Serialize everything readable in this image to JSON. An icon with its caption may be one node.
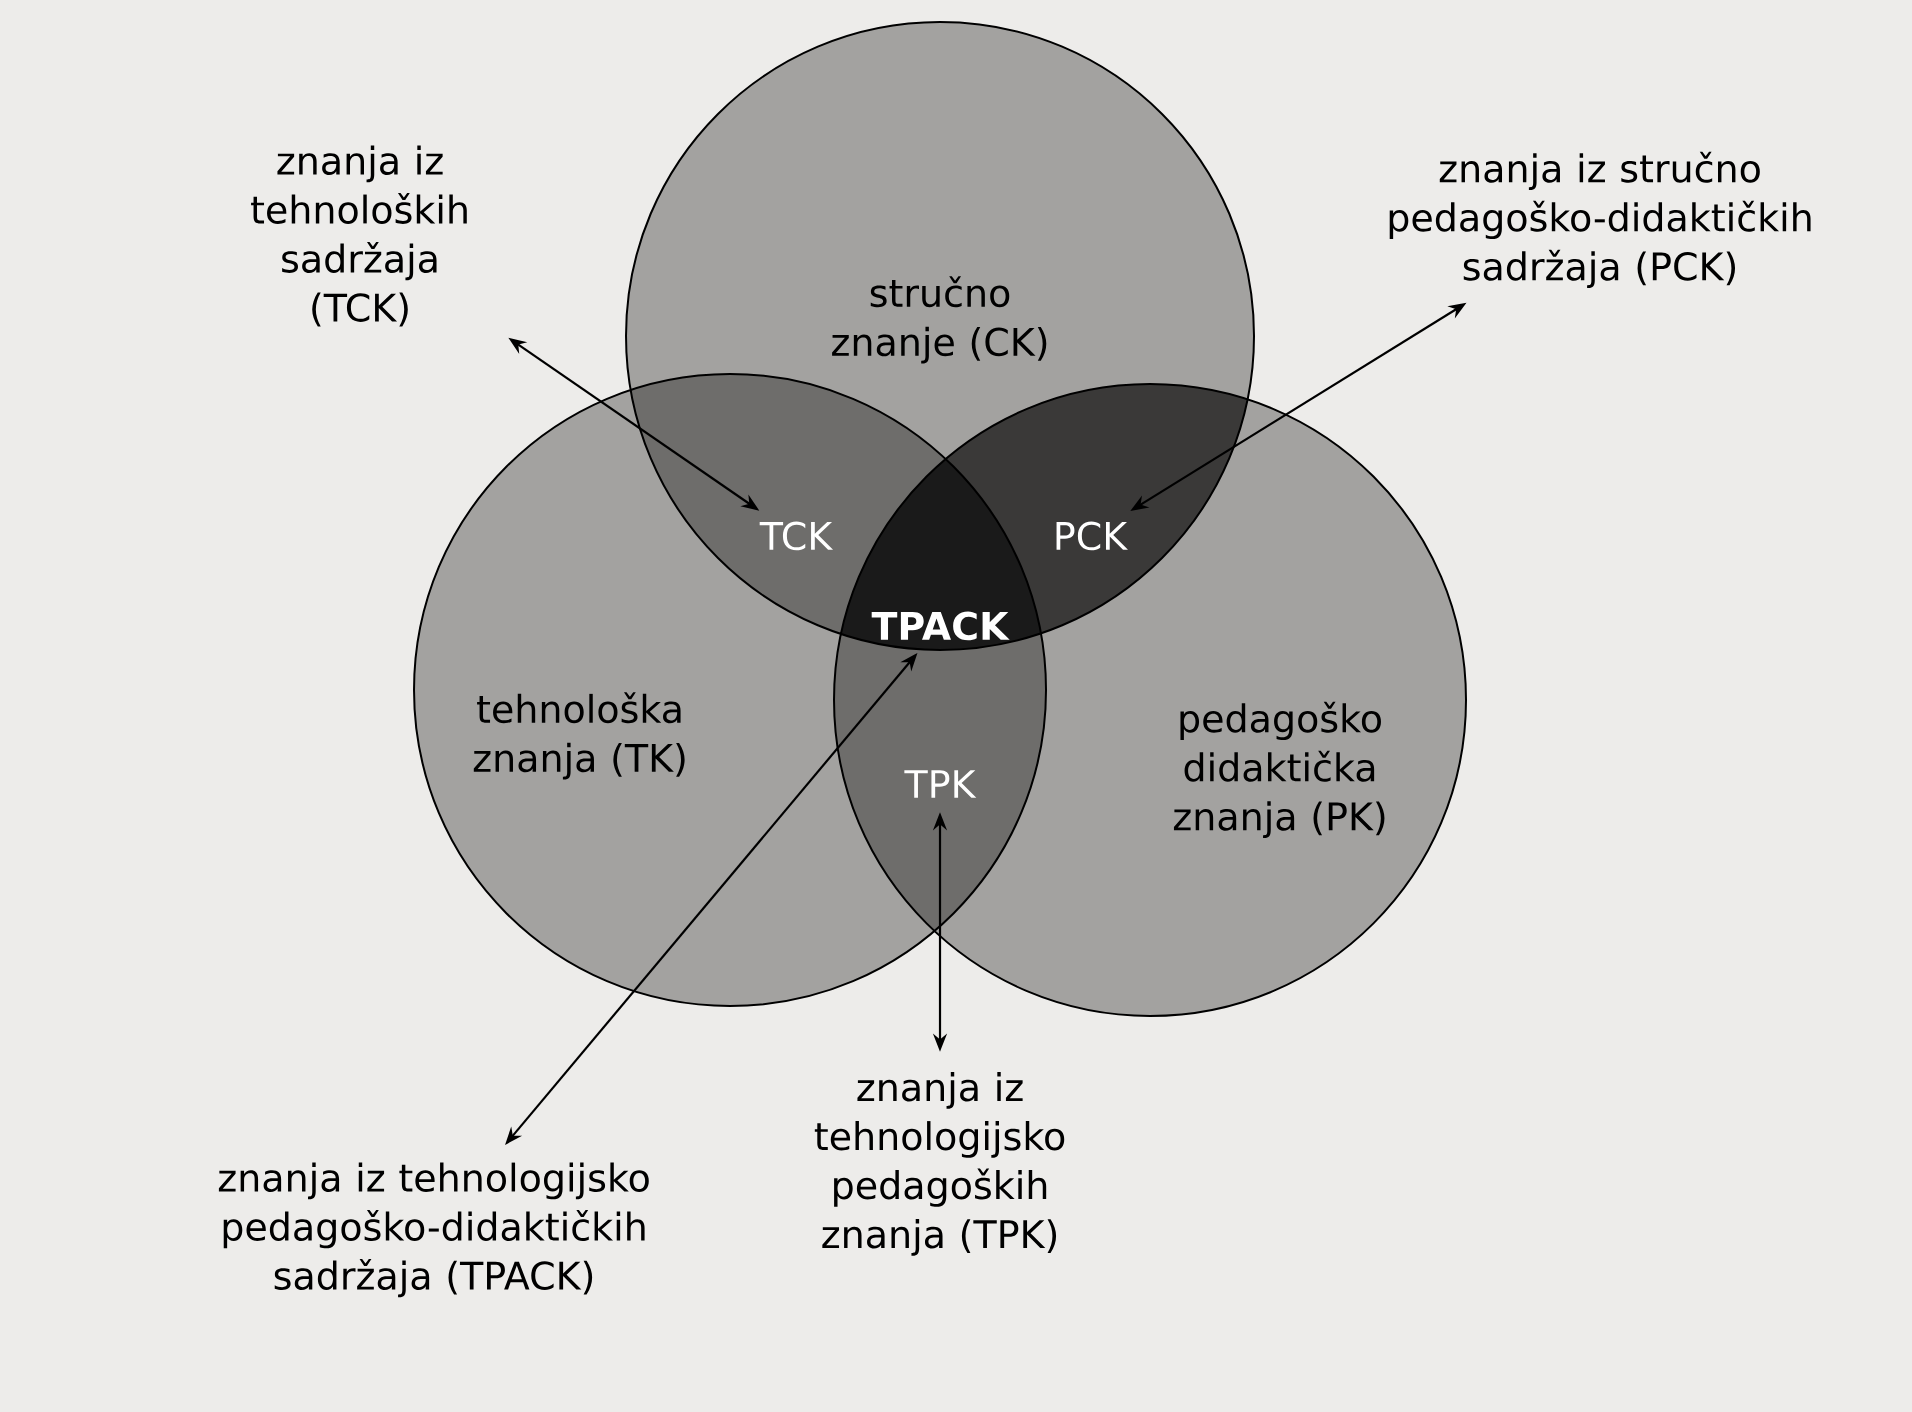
{
  "diagram": {
    "nodes": [
      {
        "text": [
          "stručno znanje (CK)"
        ]
      },
      {
        "text": [
          "tehnološka znanja (TK)"
        ]
      },
      {
        "text": [
          "pedagoško didaktička znanja (PK)"
        ]
      },
      {
        "text": [
          "TCK"
        ]
      },
      {
        "text": [
          "PCK"
        ]
      },
      {
        "text": [
          "TPK"
        ]
      },
      {
        "text": [
          "TPACK"
        ]
      },
      {
        "text": [
          "znanja iz tehnoloških sadržaja (TCK)"
        ]
      },
      {
        "text": [
          "znanja iz stručno pedagoško-didaktičkih sadržaja (PCK)"
        ]
      },
      {
        "text": [
          "znanja iz tehnologijsko pedagoško-didaktičkih sadržaja (TPACK)"
        ]
      },
      {
        "text": [
          "znanja iz tehnologijsko pedagoških znanja (TPK)"
        ]
      }
    ],
    "edges": [
      {
        "from": 7,
        "to": 3,
        "arrow": "both"
      },
      {
        "from": 8,
        "to": 4,
        "arrow": "both"
      },
      {
        "from": 9,
        "to": 6,
        "arrow": "both"
      },
      {
        "from": 10,
        "to": 5,
        "arrow": "both"
      }
    ]
  }
}
